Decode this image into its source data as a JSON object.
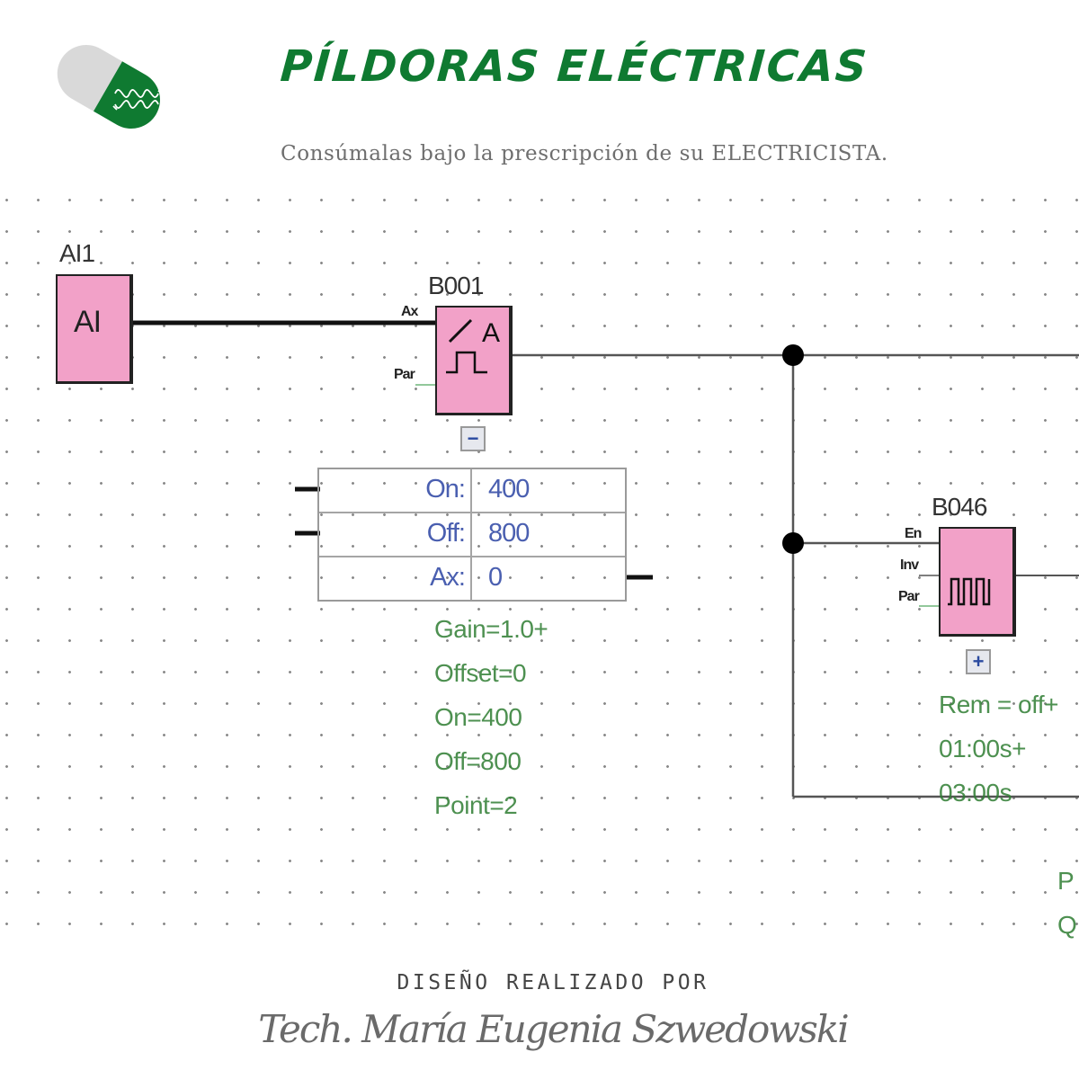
{
  "header": {
    "title": "PÍLDORAS ELÉCTRICAS",
    "subtitle": "Consúmalas bajo la prescripción de su ELECTRICISTA.",
    "logo": {
      "icon": "pill-capsule-icon",
      "colors": {
        "left": "#d9d9d9",
        "right": "#0f7a31"
      }
    }
  },
  "diagram": {
    "ai_block": {
      "name": "AI1",
      "label": "AI",
      "fill": "#f2a1c8"
    },
    "b001": {
      "name": "B001",
      "pins": {
        "ax": "Ax",
        "par": "Par"
      },
      "symbol": "analog-threshold-trigger-icon",
      "collapse_toggle": "−",
      "table": [
        {
          "label": "On:",
          "value": "400"
        },
        {
          "label": "Off:",
          "value": "800"
        },
        {
          "label": "Ax:",
          "value": "0"
        }
      ],
      "params": [
        "Gain=1.0+",
        "Offset=0",
        "On=400",
        "Off=800",
        "Point=2"
      ]
    },
    "b046": {
      "name": "B046",
      "pins": {
        "en": "En",
        "inv": "Inv",
        "par": "Par"
      },
      "symbol": "pulse-generator-icon",
      "expand_toggle": "+",
      "params": [
        "Rem = off+",
        "01:00s+",
        "03:00s"
      ]
    },
    "partial_labels": [
      "P",
      "Q"
    ]
  },
  "footer": {
    "label": "DISEÑO REALIZADO POR",
    "author": "Tech. María Eugenia Szwedowski"
  }
}
